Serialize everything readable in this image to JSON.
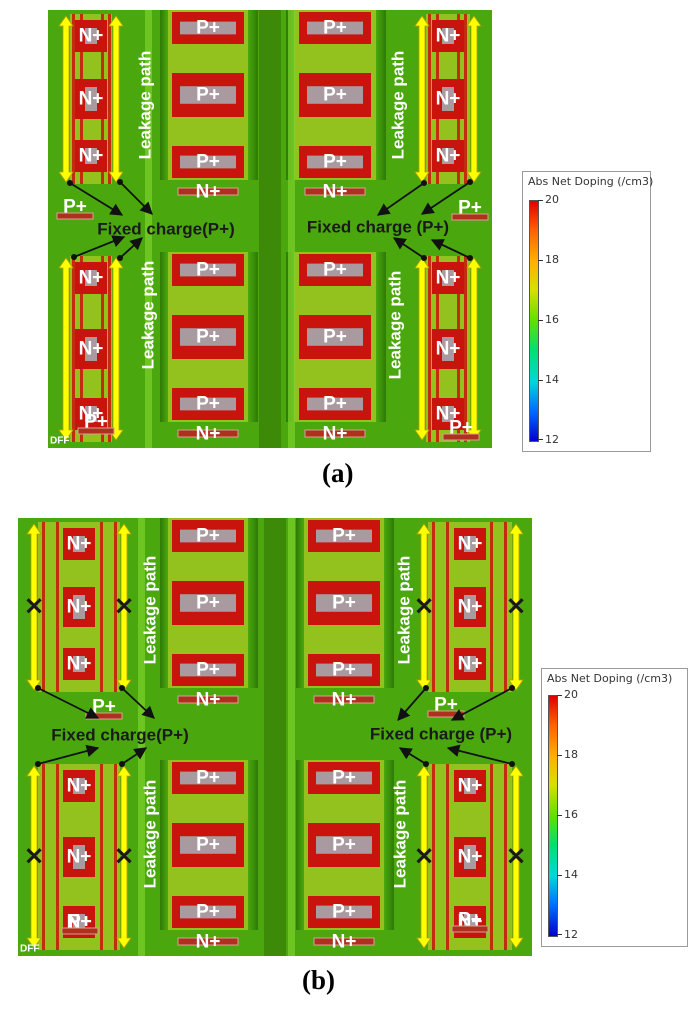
{
  "panels": [
    {
      "id": "a",
      "caption": "(a)",
      "labels": {
        "n_plus": "N+",
        "p_plus": "P+",
        "leakage_path": "Leakage path",
        "fixed_charge_left": "Fixed charge(P+)",
        "fixed_charge_right": "Fixed charge (P+)",
        "watermark": "DFF",
        "blocked_marker": "✕"
      },
      "blocked_paths": false,
      "legend": {
        "title": "Abs Net Doping (/cm3)",
        "ticks": [
          "20",
          "18",
          "16",
          "14",
          "12"
        ]
      }
    },
    {
      "id": "b",
      "caption": "(b)",
      "labels": {
        "n_plus": "N+",
        "p_plus": "P+",
        "leakage_path": "Leakage path",
        "fixed_charge_left": "Fixed charge(P+)",
        "fixed_charge_right": "Fixed charge (P+)",
        "watermark": "DFF",
        "blocked_marker": "✕"
      },
      "blocked_paths": true,
      "legend": {
        "title": "Abs Net Doping (/cm3)",
        "ticks": [
          "20",
          "18",
          "16",
          "14",
          "12"
        ]
      }
    }
  ],
  "colors": {
    "substrate": "#4aa80e",
    "pixel_body": "#93c21e",
    "shade": "#3c8a08",
    "light_edge": "#7cd22a",
    "implant_red": "#c8140c",
    "contact_gray": "#a89a9e",
    "arrow_yellow": "#ffff00",
    "arrow_outline": "#b4a000",
    "fixed_charge_text": "#1a1a1a"
  }
}
